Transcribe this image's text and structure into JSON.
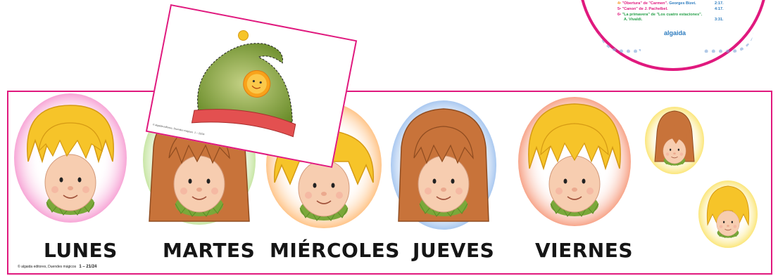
{
  "days": [
    "LUNES",
    "MARTES",
    "MIÉRCOLES",
    "JUEVES",
    "VIERNES"
  ],
  "footer": {
    "publisher": "© algaida editores, Duendes mágicos",
    "page": "1 – 21/24"
  },
  "card": {
    "footer_text": "© algaida editores, Duendes mágicos",
    "page": "1 – 22/24"
  },
  "cd": {
    "tracks": [
      {
        "num": "4•",
        "title": "\"Obertura\" de \"Carmen\".",
        "author": "Georges Bizet.",
        "time": "2:17."
      },
      {
        "num": "5•",
        "title": "\"Canon\" de J. Pachelbel.",
        "author": "",
        "time": "4:17."
      },
      {
        "num": "6•",
        "title": "\"La primavera\" de \"Los cuatro estaciones\".",
        "author": "A. Vivaldi.",
        "time": "3:31."
      }
    ],
    "brand": "algaida"
  },
  "colors": {
    "border": "#e0197e",
    "blonde": "#f6c429",
    "brown": "#c8733a",
    "collar": "#7aa83a",
    "skin": "#f7cdb0"
  }
}
